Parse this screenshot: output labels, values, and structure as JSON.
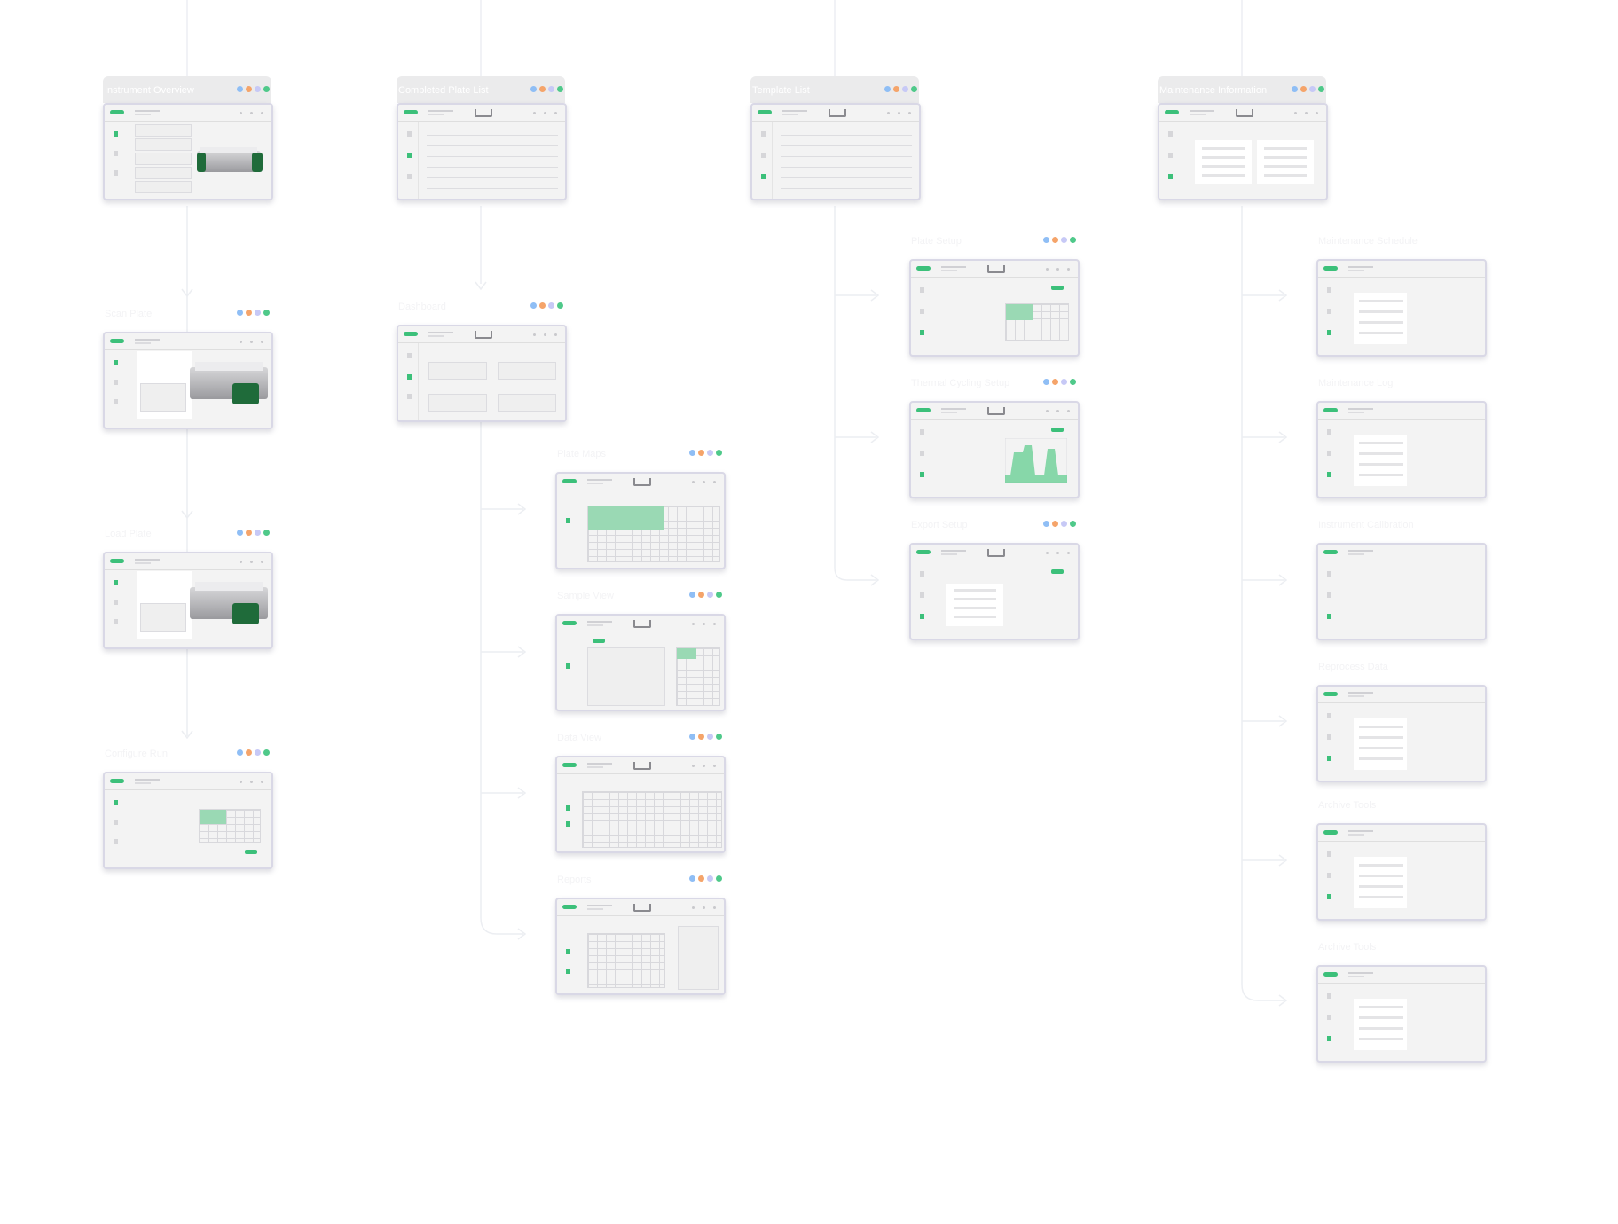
{
  "colors": {
    "dot_blue": "#8fbef5",
    "dot_orange": "#f5a46a",
    "dot_lavender": "#c7c9f6",
    "dot_green": "#4fc98a",
    "accent_green": "#3cc07a",
    "frame_border": "#d9d8e6"
  },
  "columns": [
    {
      "root": "Instrument  Overview",
      "children": [
        "Scan Plate",
        "Load Plate",
        "Configure Run"
      ]
    },
    {
      "root": "Completed Plate List",
      "children": [
        "Dashboard",
        "Plate Maps",
        "Sample View",
        "Data View",
        "Reports"
      ]
    },
    {
      "root": "Template List",
      "children": [
        "Plate Setup",
        "Thermal Cycling Setup",
        "Export Setup"
      ]
    },
    {
      "root": "Maintenance Information",
      "children": [
        "Maintenance Schedule",
        "Maintenance Log",
        "Instrument Calibration",
        "Reprocess Data",
        "Archive Tools",
        "Archive Tools"
      ]
    }
  ]
}
